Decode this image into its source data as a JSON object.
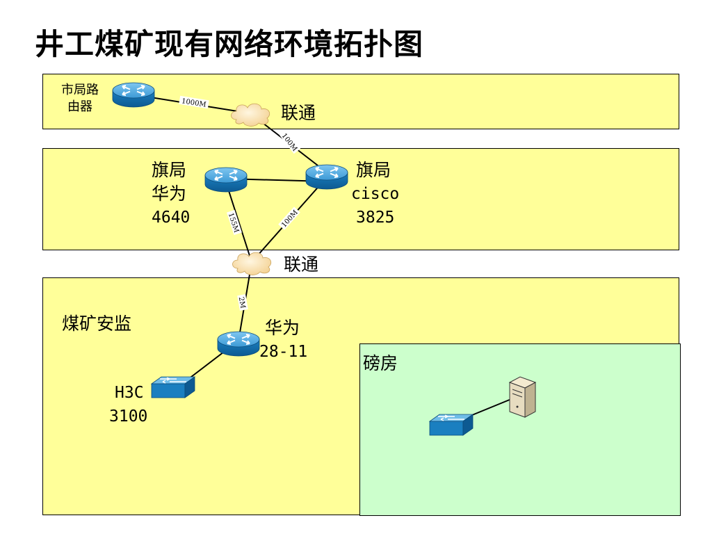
{
  "title": "井工煤矿现有网络环境拓扑图",
  "zones": {
    "city": "",
    "banner": "",
    "mine": "煤矿安监",
    "weigh_room": "磅房"
  },
  "nodes": {
    "city_router": "市局路\n由器",
    "cloud_top": "联通",
    "cloud_mid": "联通",
    "banner_huawei": [
      "旗局",
      "华为",
      "4640"
    ],
    "banner_cisco": [
      "旗局",
      "cisco",
      "3825"
    ],
    "mine_huawei": [
      "华为",
      "28-11"
    ],
    "mine_h3c": [
      "H3C",
      "3100"
    ]
  },
  "links": {
    "city_to_cloud": "1000M",
    "cloud_to_cisco": "100M",
    "huawei_to_cloud": "155M",
    "cisco_to_cloud": "100M",
    "cloud_to_mine": "2M"
  }
}
